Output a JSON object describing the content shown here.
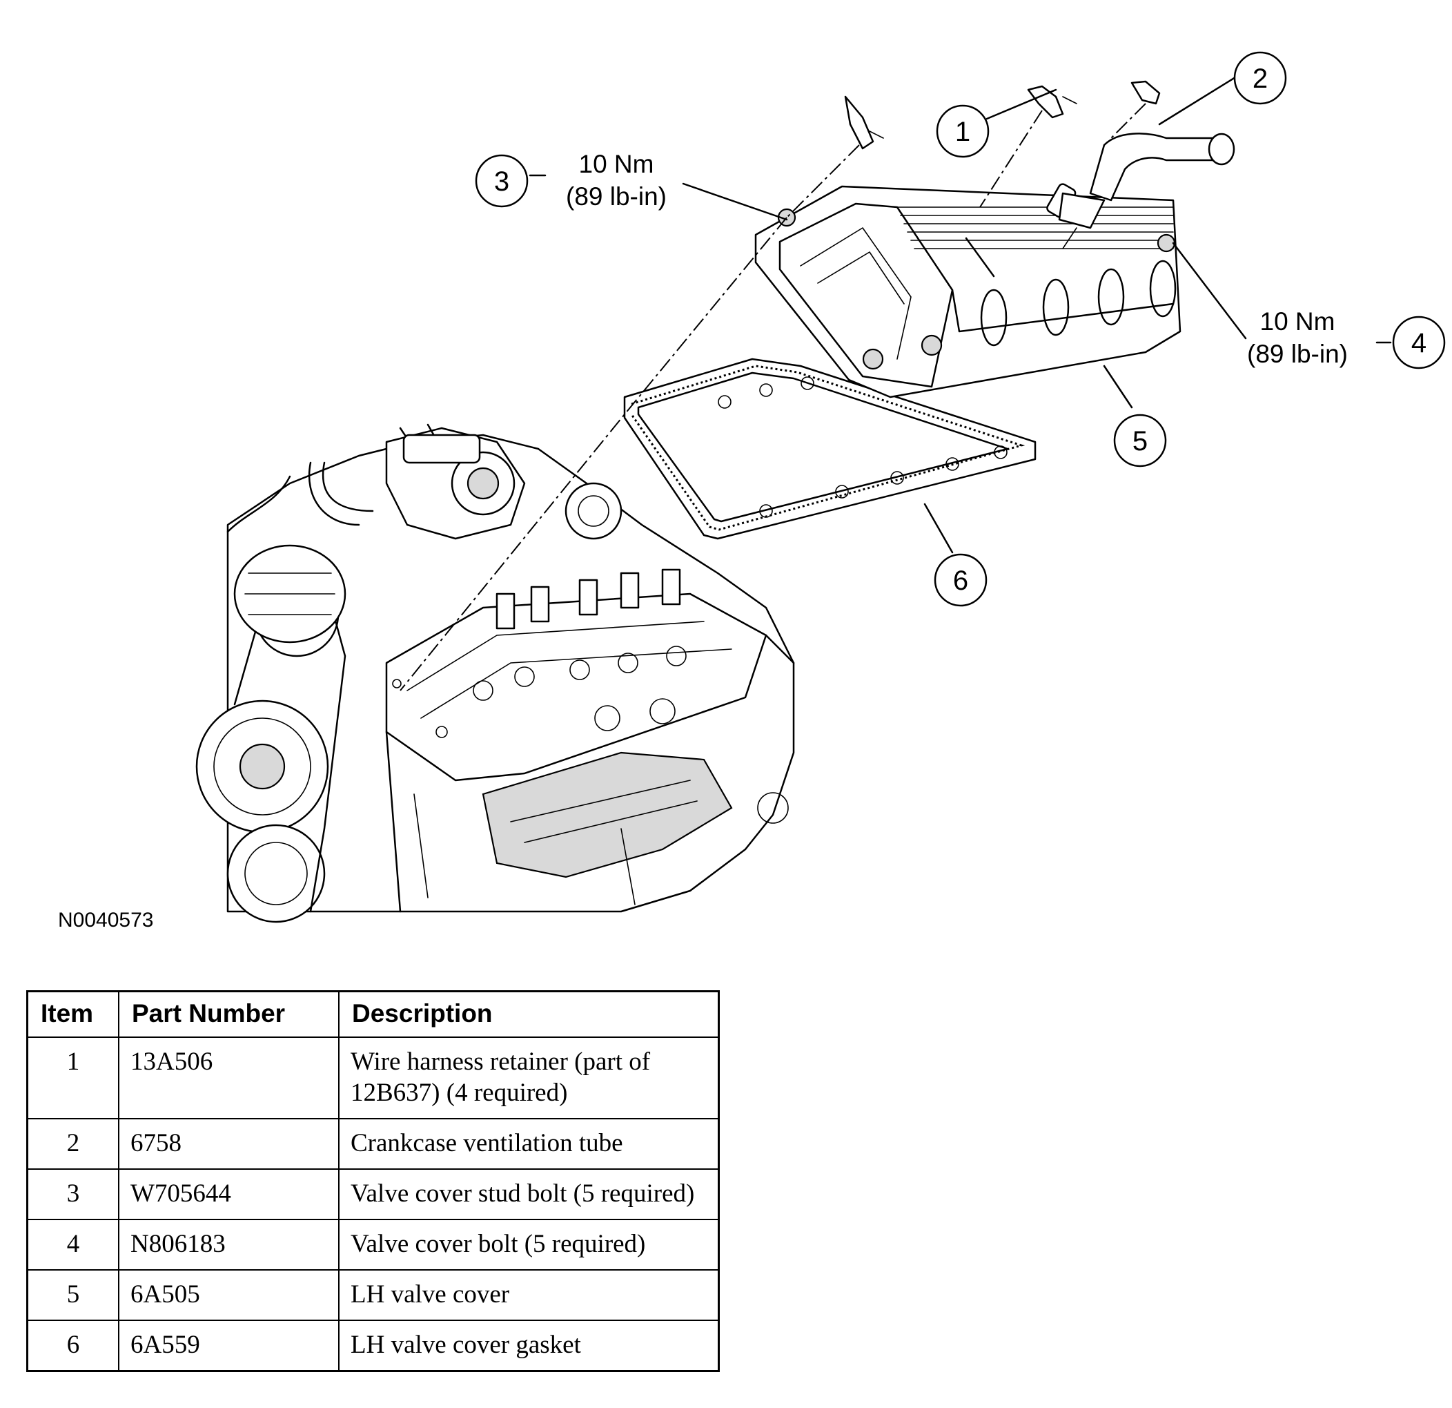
{
  "callouts": [
    {
      "number": "1"
    },
    {
      "number": "2"
    },
    {
      "number": "3",
      "torque_line1": "10 Nm",
      "torque_line2": "(89 lb-in)"
    },
    {
      "number": "4",
      "torque_line1": "10 Nm",
      "torque_line2": "(89 lb-in)"
    },
    {
      "number": "5"
    },
    {
      "number": "6"
    }
  ],
  "figure_id": "N0040573",
  "table": {
    "headers": [
      "Item",
      "Part Number",
      "Description"
    ],
    "rows": [
      {
        "item": "1",
        "part_number": "13A506",
        "description": "Wire harness retainer (part of 12B637) (4 required)"
      },
      {
        "item": "2",
        "part_number": "6758",
        "description": "Crankcase ventilation tube"
      },
      {
        "item": "3",
        "part_number": "W705644",
        "description": "Valve cover stud bolt (5 required)"
      },
      {
        "item": "4",
        "part_number": "N806183",
        "description": "Valve cover bolt (5 required)"
      },
      {
        "item": "5",
        "part_number": "6A505",
        "description": "LH valve cover"
      },
      {
        "item": "6",
        "part_number": "6A559",
        "description": "LH valve cover gasket"
      }
    ]
  }
}
